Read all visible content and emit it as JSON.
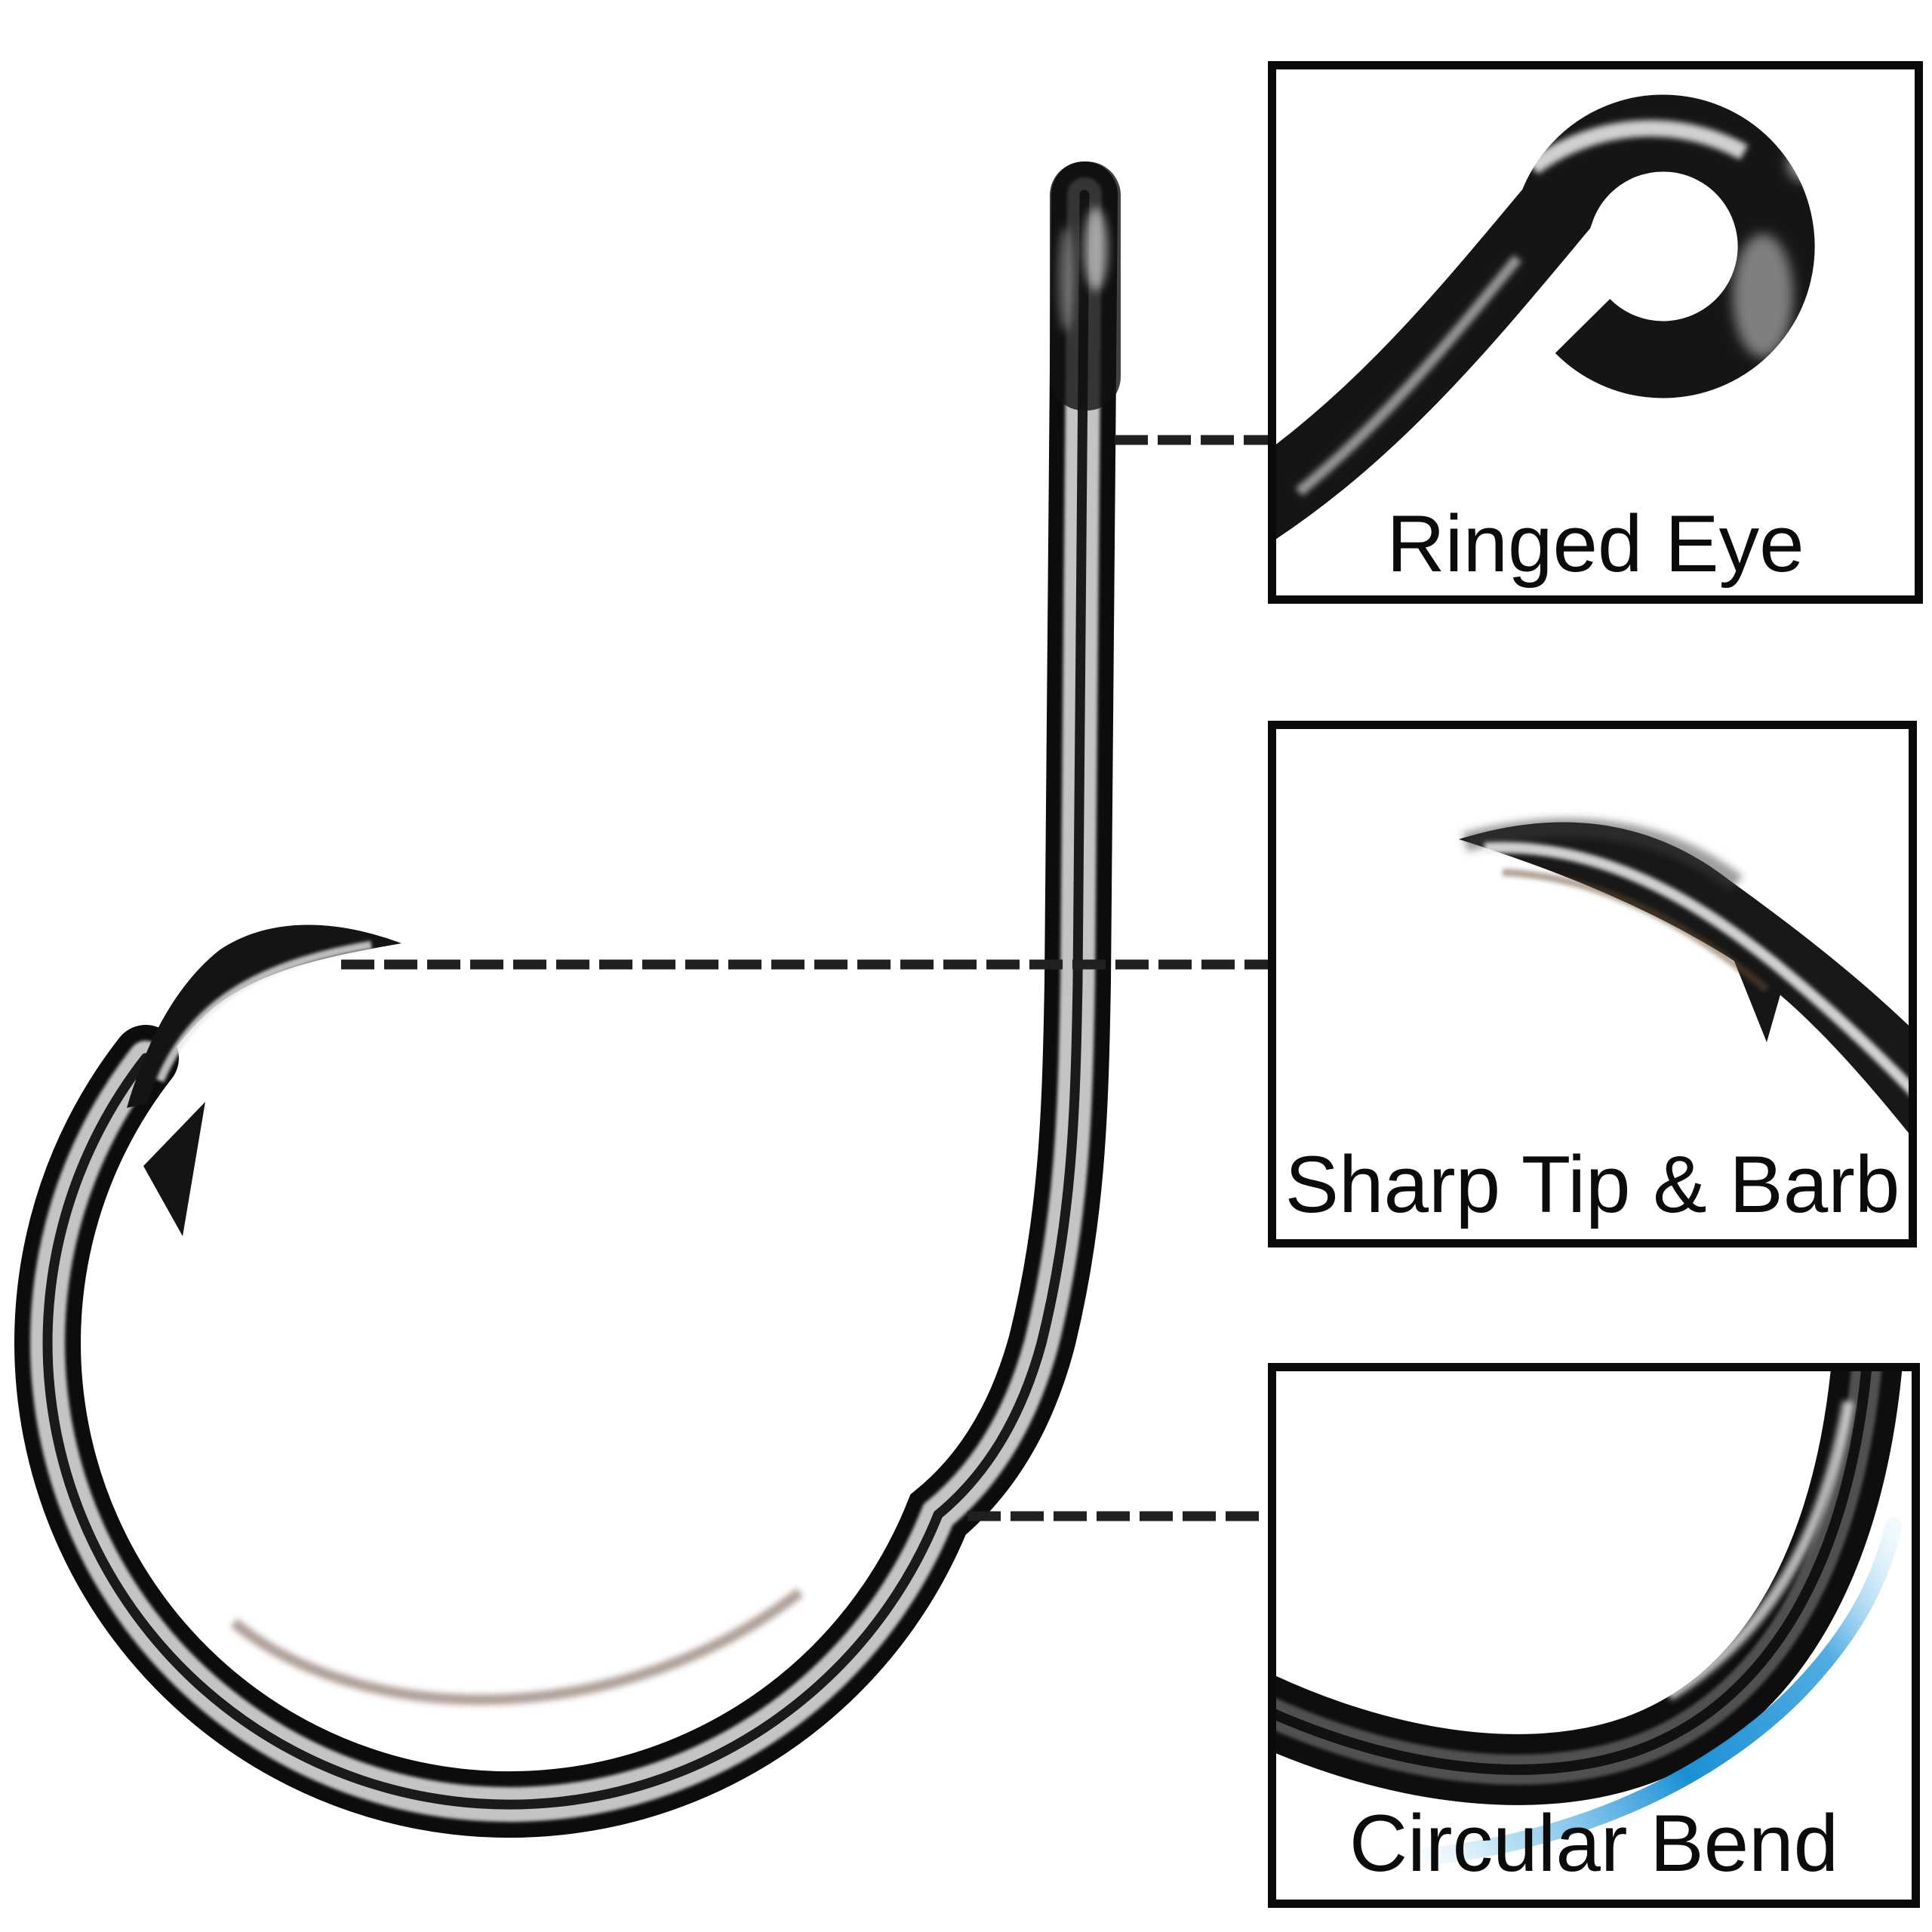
{
  "figure": {
    "kind": "product-feature-diagram",
    "subject": "black circle fishing hook with three feature close-ups"
  },
  "callouts": [
    {
      "id": "ringed-eye",
      "label": "Ringed Eye"
    },
    {
      "id": "sharp-tip-and-barb",
      "label": "Sharp Tip & Barb"
    },
    {
      "id": "circular-bend",
      "label": "Circular Bend"
    }
  ],
  "colors": {
    "background": "#ffffff",
    "box_border": "#0a0a0a",
    "connector_dash": "#202020",
    "label_text": "#0b0b0b",
    "metal_dark": "#0c0c0c",
    "metal_highlight": "#ededed",
    "accent_blue": "#1b8fd6"
  }
}
